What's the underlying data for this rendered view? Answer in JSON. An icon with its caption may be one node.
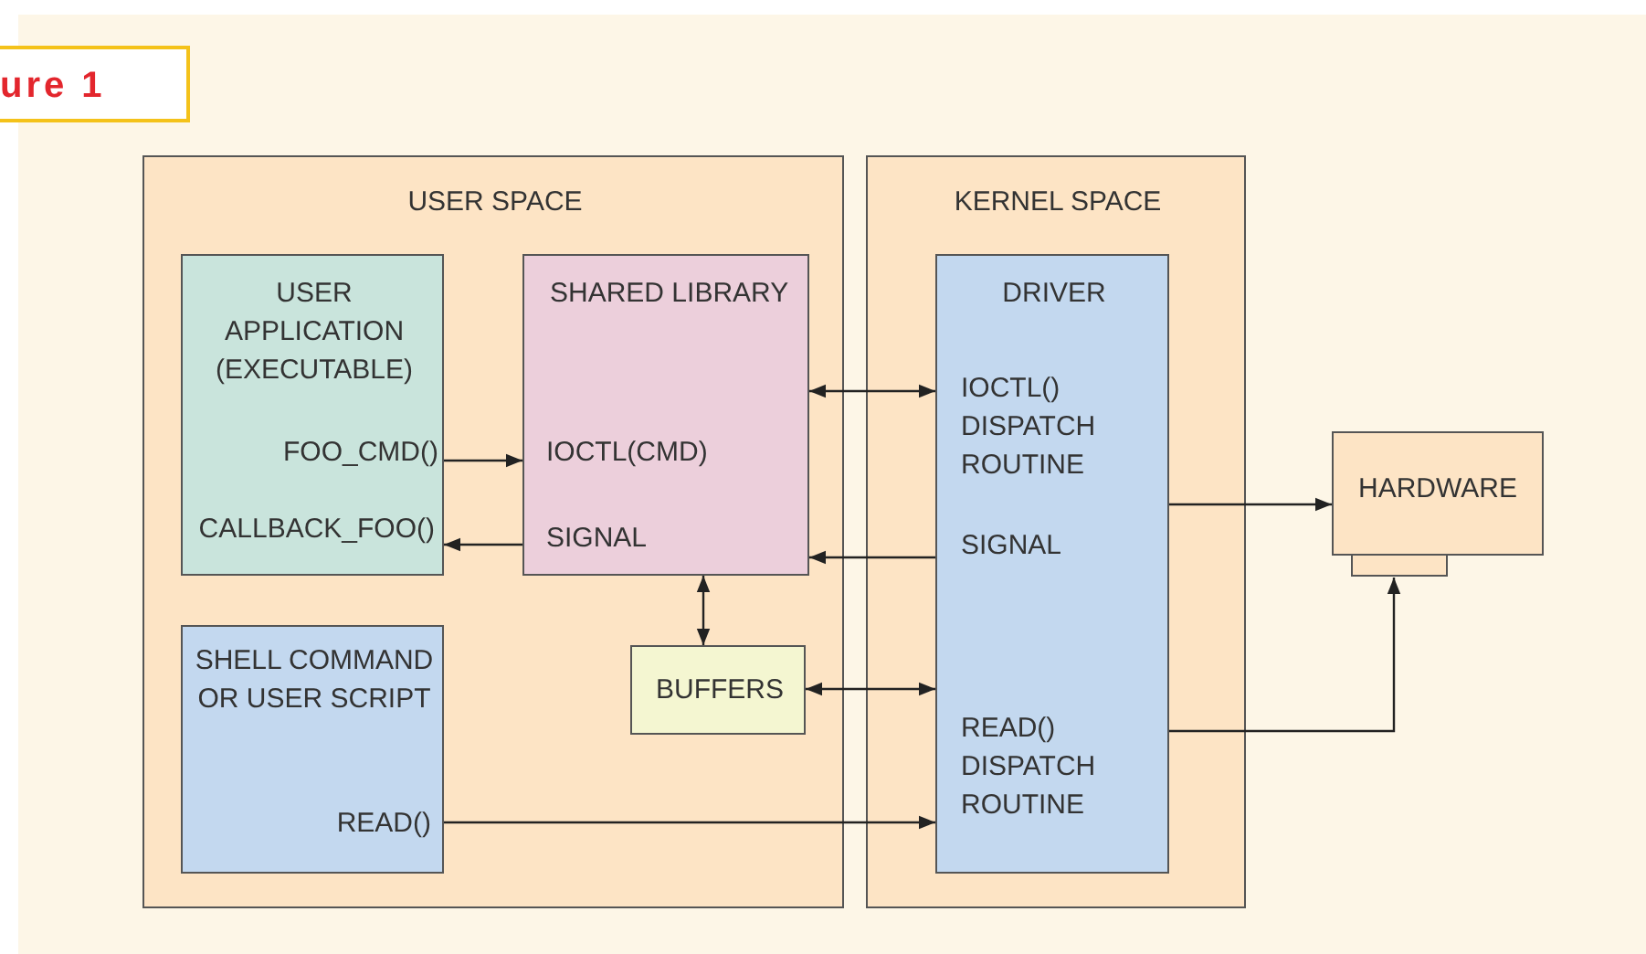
{
  "diagram": {
    "nodes": [
      {
        "text": [
          "USER SPACE"
        ]
      },
      {
        "text": [
          "USER APPLICATION (EXECUTABLE)",
          "FOO_CMD()",
          "CALLBACK_FOO()"
        ],
        "in": 0
      },
      {
        "text": [
          "SHARED LIBRARY",
          "IOCTL(CMD)",
          "SIGNAL"
        ],
        "in": 0
      },
      {
        "text": [
          "SHELL COMMAND OR USER SCRIPT",
          "READ()"
        ],
        "in": 0
      },
      {
        "text": [
          "BUFFERS"
        ],
        "in": 0
      },
      {
        "text": [
          "KERNEL SPACE"
        ]
      },
      {
        "text": [
          "DRIVER",
          "IOCTL() DISPATCH ROUTINE",
          "SIGNAL",
          "READ() DISPATCH ROUTINE"
        ],
        "in": 5
      },
      {
        "text": [
          "HARDWARE"
        ]
      }
    ],
    "edges": [
      {
        "from": 1,
        "to": 2,
        "arrow": "to"
      },
      {
        "from": 2,
        "to": 1,
        "arrow": "to"
      },
      {
        "from": 2,
        "to": 6,
        "arrow": "both"
      },
      {
        "from": 6,
        "to": 2,
        "arrow": "to"
      },
      {
        "from": 2,
        "to": 4,
        "arrow": "both"
      },
      {
        "from": 4,
        "to": 6,
        "arrow": "both"
      },
      {
        "from": 3,
        "to": 6,
        "arrow": "to"
      },
      {
        "from": 6,
        "to": 7,
        "arrow": "to"
      },
      {
        "from": 6,
        "to": 7,
        "arrow": "to"
      }
    ],
    "labels": [
      "ure 1"
    ]
  }
}
